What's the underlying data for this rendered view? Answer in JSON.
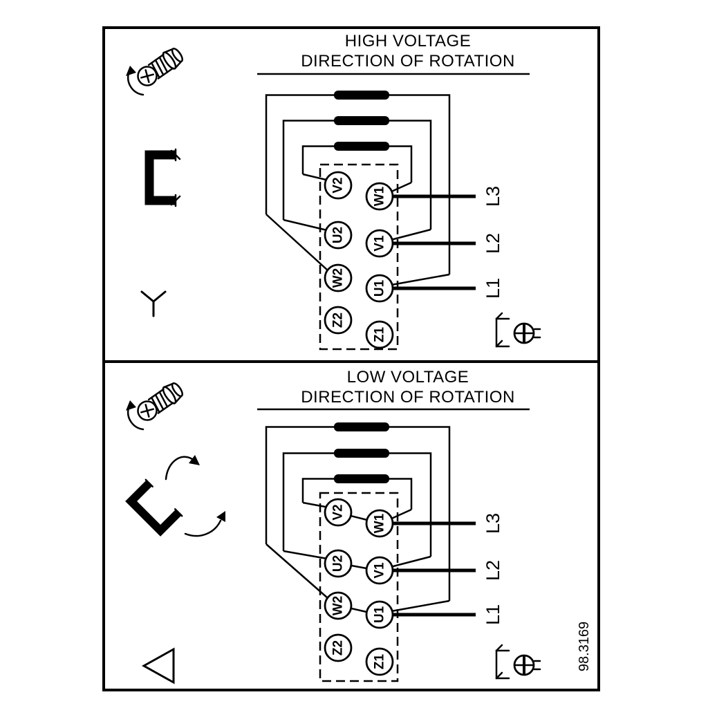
{
  "page": {
    "background": "#ffffff",
    "ink": "#000000"
  },
  "panels": [
    {
      "name": "high-voltage",
      "title_line1": "HIGH VOLTAGE",
      "title_line2": "DIRECTION OF ROTATION",
      "connection_symbol": "star",
      "terminals_left": [
        "V2",
        "U2",
        "W2",
        "Z2"
      ],
      "terminals_right": [
        "W1",
        "V1",
        "U1",
        "Z1"
      ],
      "supply_lines": [
        "L3",
        "L2",
        "L1"
      ],
      "jumper_bars": 3
    },
    {
      "name": "low-voltage",
      "title_line1": "LOW VOLTAGE",
      "title_line2": "DIRECTION OF ROTATION",
      "connection_symbol": "delta",
      "terminals_left": [
        "V2",
        "U2",
        "W2",
        "Z2"
      ],
      "terminals_right": [
        "W1",
        "V1",
        "U1",
        "Z1"
      ],
      "supply_lines": [
        "L3",
        "L2",
        "L1"
      ],
      "jumper_bars": 3
    }
  ],
  "figure_number": "98.3169"
}
